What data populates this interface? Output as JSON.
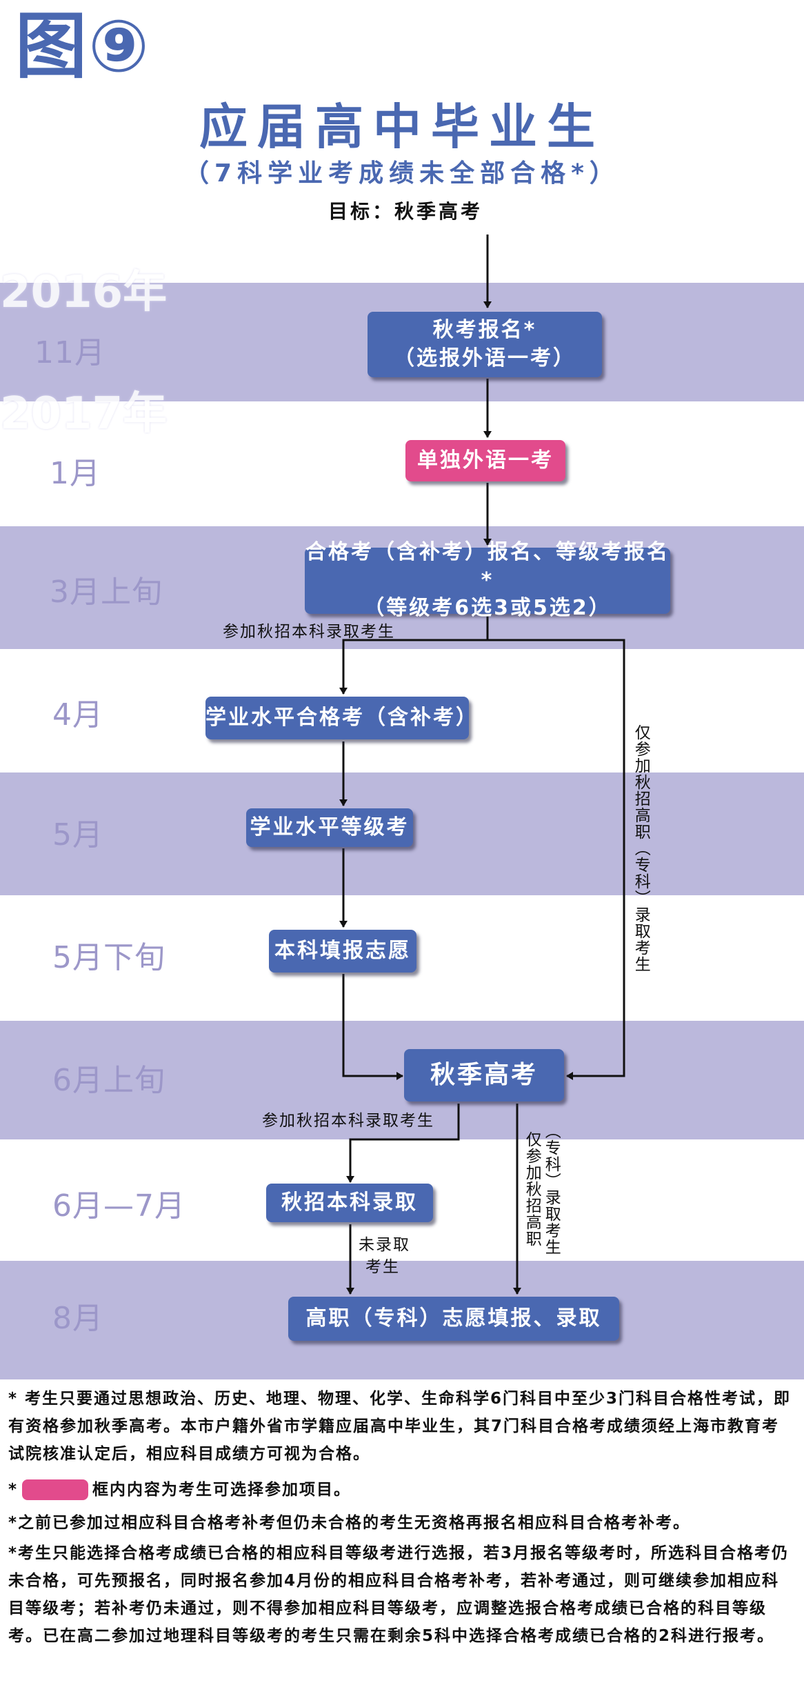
{
  "figure_label": "图⑨",
  "title": "应届高中毕业生",
  "subtitle": "（7科学业考成绩未全部合格*）",
  "goal": "目标：秋季高考",
  "years": {
    "y2016": "2016年",
    "y2017": "2017年"
  },
  "months": {
    "m11": "11月",
    "m1": "1月",
    "m3": "3月上旬",
    "m4": "4月",
    "m5": "5月",
    "m5late": "5月下旬",
    "m6": "6月上旬",
    "m67": "6月—7月",
    "m8": "8月"
  },
  "boxes": {
    "autumn_signup_line1": "秋考报名*",
    "autumn_signup_line2": "（选报外语一考）",
    "foreign_lang": "单独外语一考",
    "pass_signup_line1": "合格考（含补考）报名、等级考报名*",
    "pass_signup_line2": "（等级考6选3或5选2）",
    "pass_exam": "学业水平合格考（含补考）",
    "level_exam": "学业水平等级考",
    "undergrad_wish": "本科填报志愿",
    "autumn_exam": "秋季高考",
    "undergrad_admit": "秋招本科录取",
    "vocational": "高职（专科）志愿填报、录取"
  },
  "edge_labels": {
    "undergrad_candidates_1": "参加秋招本科录取考生",
    "vocational_only_1": "仅参加秋招高职（专科）录取考生",
    "undergrad_candidates_2": "参加秋招本科录取考生",
    "vocational_only_2a": "仅参加秋招高职",
    "vocational_only_2b": "（专科）录取考生",
    "not_admitted_1": "未录取",
    "not_admitted_2": "考生"
  },
  "notes": {
    "n1": "* 考生只要通过思想政治、历史、地理、物理、化学、生命科学6门科目中至少3门科目合格性考试，即有资格参加秋季高考。本市户籍外省市学籍应届高中毕业生，其7门科目合格考成绩须经上海市教育考试院核准认定后，相应科目成绩方可视为合格。",
    "n2_prefix": "*",
    "n2": "框内内容为考生可选择参加项目。",
    "n3": "*之前已参加过相应科目合格考补考但仍未合格的考生无资格再报名相应科目合格考补考。",
    "n4": "*考生只能选择合格考成绩已合格的相应科目等级考进行选报，若3月报名等级考时，所选科目合格考仍未合格，可先预报名，同时报名参加4月份的相应科目合格考补考，若补考通过，则可继续参加相应科目等级考；若补考仍未通过，则不得参加相应科目等级考，应调整选报合格考成绩已合格的科目等级考。已在高二参加过地理科目等级考的考生只需在剩余5科中选择合格考成绩已合格的2科进行报考。"
  },
  "colors": {
    "box_blue": "#4a68b1",
    "box_pink": "#e24b8c",
    "band": "#bbb8dc",
    "month_text": "#9c97c9"
  }
}
